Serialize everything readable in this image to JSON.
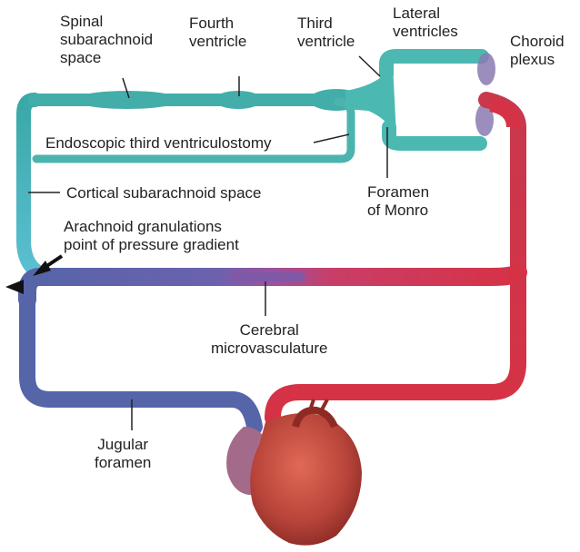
{
  "labels": {
    "spinal_subarachnoid": "Spinal\nsubarachnoid\nspace",
    "fourth_ventricle": "Fourth\nventricle",
    "third_ventricle": "Third\nventricle",
    "lateral_ventricles": "Lateral\nventricles",
    "choroid_plexus": "Choroid\nplexus",
    "endoscopic": "Endoscopic third ventriculostomy",
    "cortical": "Cortical subarachnoid space",
    "foramen_monro": "Foramen\nof Monro",
    "arachnoid": "Arachnoid granulations\npoint of pressure gradient",
    "cerebral": "Cerebral\nmicrovasculature",
    "jugular": "Jugular\nforamen"
  },
  "colors": {
    "csf": "#4fb9b3",
    "csf_dark": "#2f8f8a",
    "venous": "#5664a8",
    "arterial": "#d63245",
    "heart": "#b8443a",
    "heart_dark": "#8e2a24",
    "atrium": "#a46a8a",
    "plexus": "#8a7ab0"
  }
}
